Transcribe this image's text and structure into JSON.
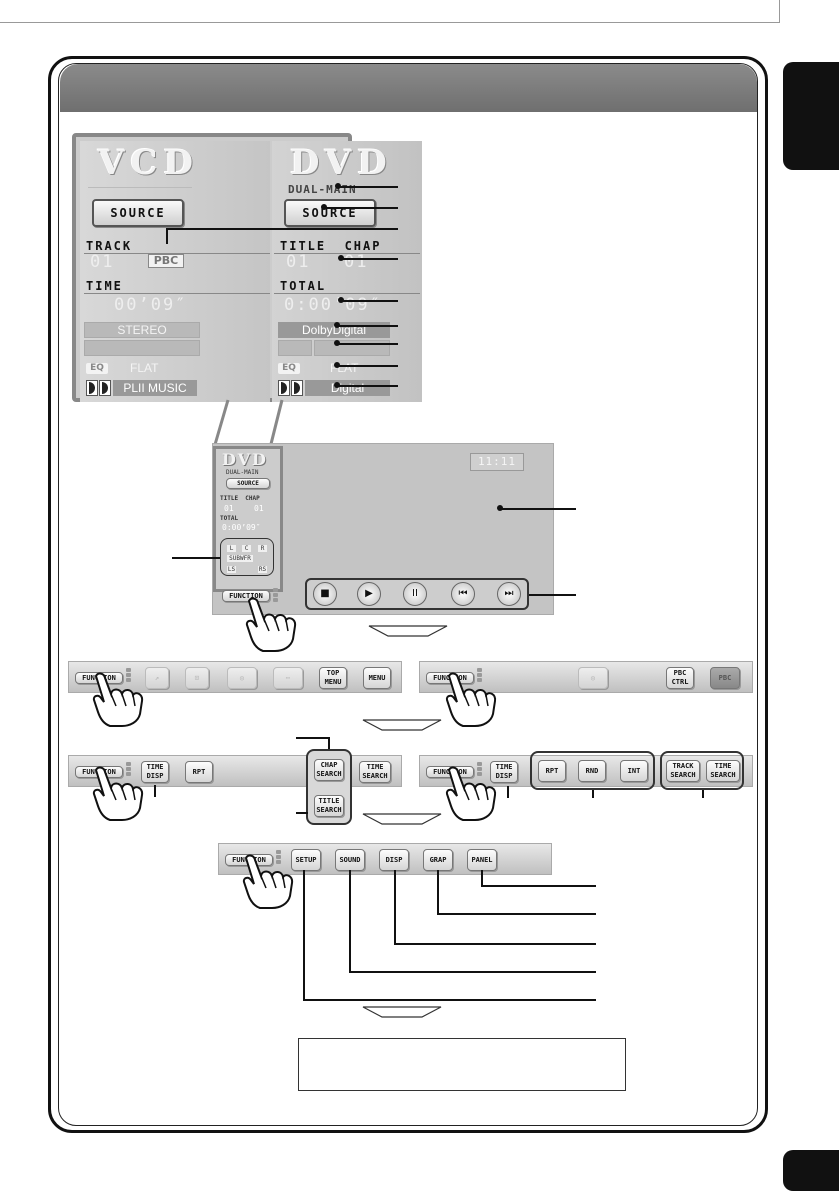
{
  "panel": {
    "vcd": {
      "title": "VCD",
      "source_label": "SOURCE",
      "track_label": "TRACK",
      "track_value": "01",
      "pbc_label": "PBC",
      "time_label": "TIME",
      "time_value": "00’09″",
      "audio": "STEREO",
      "eq_label": "EQ",
      "eq_value": "FLAT",
      "surround": "PLII MUSIC"
    },
    "dvd": {
      "title": "DVD",
      "audio_channel": "DUAL-MAIN",
      "source_label": "SOURCE",
      "title_chap_label": "TITLE  CHAP",
      "title_value": "01",
      "chap_value": "01",
      "total_label": "TOTAL",
      "total_value": "0:00’09″",
      "audio": "DolbyDigital",
      "eq_label": "EQ",
      "eq_value": "FLAT",
      "surround": "Digital"
    }
  },
  "screen": {
    "clock": "11:11",
    "mini": {
      "title": "DVD",
      "audio_channel": "DUAL-MAIN",
      "source_label": "SOURCE",
      "title_chap_label": "TITLE  CHAP",
      "title_value": "01",
      "chap_value": "01",
      "total_label": "TOTAL",
      "total_value": "0:00’09″",
      "ch_l": "L",
      "ch_c": "C",
      "ch_r": "R",
      "ch_sub": "SUBWFR",
      "ch_ls": "LS",
      "ch_rs": "RS"
    },
    "function_label": "FUNCTION",
    "transport": [
      "■",
      "▶",
      "II",
      "⏮",
      "⏭"
    ]
  },
  "bars": {
    "function_label": "FUNCTION",
    "dvd_menu": {
      "top_menu": "TOP\nMENU",
      "menu": "MENU"
    },
    "vcd_menu": {
      "pbc_ctrl": "PBC\nCTRL",
      "pbc": "PBC"
    },
    "dvd_search": {
      "time_disp": "TIME\nDISP",
      "rpt": "RPT",
      "chap_search": "CHAP\nSEARCH",
      "time_search": "TIME\nSEARCH",
      "title_search": "TITLE\nSEARCH"
    },
    "vcd_search": {
      "time_disp": "TIME\nDISP",
      "rpt": "RPT",
      "rnd": "RND",
      "int": "INT",
      "track_search": "TRACK\nSEARCH",
      "time_search": "TIME\nSEARCH"
    },
    "settings": {
      "setup": "SETUP",
      "sound": "SOUND",
      "disp": "DISP",
      "grap": "GRAP",
      "panel": "PANEL"
    }
  }
}
